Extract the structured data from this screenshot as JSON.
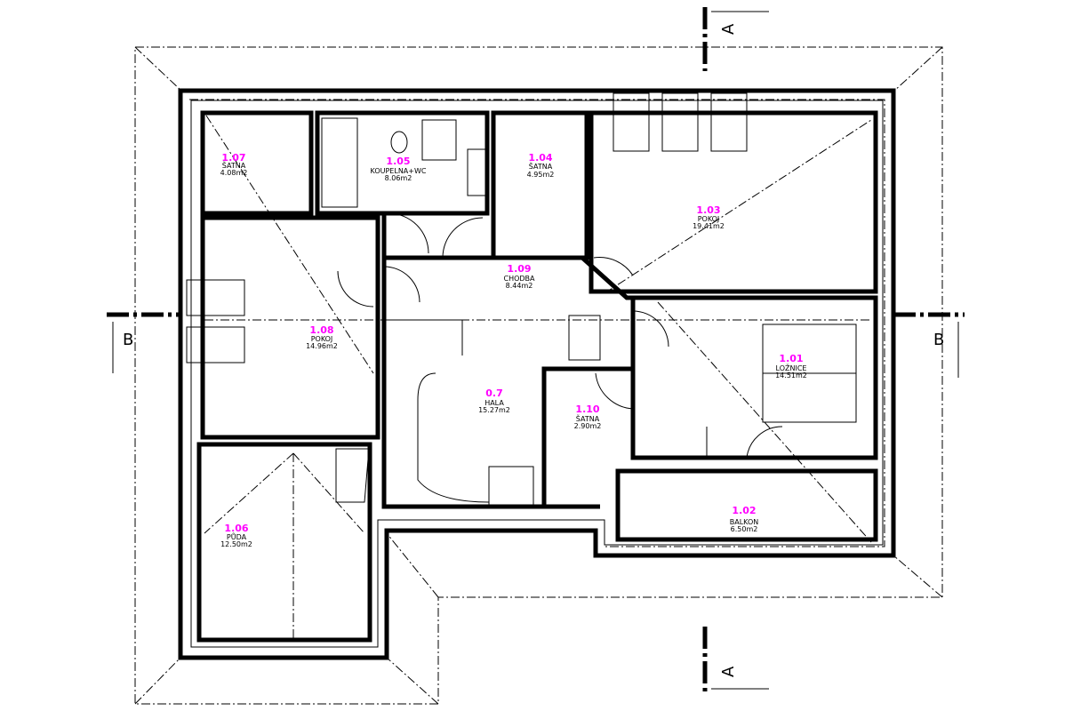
{
  "rooms": [
    {
      "number": "1.07",
      "name": "ŠATNA",
      "area": "4.08m2"
    },
    {
      "number": "1.05",
      "name": "KOUPELNA+WC",
      "area": "8.06m2"
    },
    {
      "number": "1.04",
      "name": "ŠATNA",
      "area": "4.95m2"
    },
    {
      "number": "1.03",
      "name": "POKOJ",
      "area": "19.41m2"
    },
    {
      "number": "1.09",
      "name": "CHODBA",
      "area": "8.44m2"
    },
    {
      "number": "1.08",
      "name": "POKOJ",
      "area": "14.96m2"
    },
    {
      "number": "0.7",
      "name": "HALA",
      "area": "15.27m2"
    },
    {
      "number": "1.01",
      "name": "LOŽNICE",
      "area": "14.51m2"
    },
    {
      "number": "1.10",
      "name": "ŠATNA",
      "area": "2.90m2"
    },
    {
      "number": "1.06",
      "name": "PŮDA",
      "area": "12.50m2"
    },
    {
      "number": "1.02",
      "name": "BALKON",
      "area": "6.50m2"
    }
  ],
  "sections": {
    "a": "A",
    "b": "B"
  },
  "colors": {
    "room_number": "#ff00ff",
    "lines": "#000000"
  }
}
